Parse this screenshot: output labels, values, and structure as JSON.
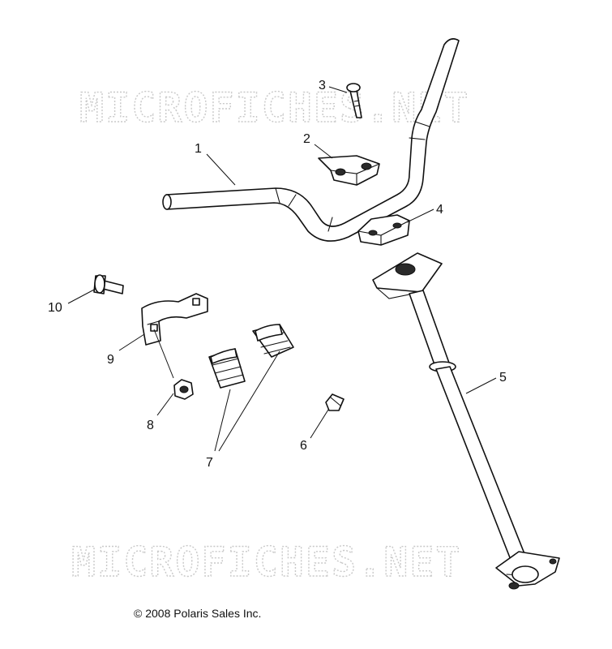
{
  "watermark": {
    "text": "MICROFICHES.NET",
    "color": "#c9c9c9"
  },
  "callouts": {
    "c1": "1",
    "c2": "2",
    "c3": "3",
    "c4": "4",
    "c5": "5",
    "c6": "6",
    "c7": "7",
    "c8": "8",
    "c9": "9",
    "c10": "10"
  },
  "copyright": "© 2008 Polaris Sales Inc."
}
